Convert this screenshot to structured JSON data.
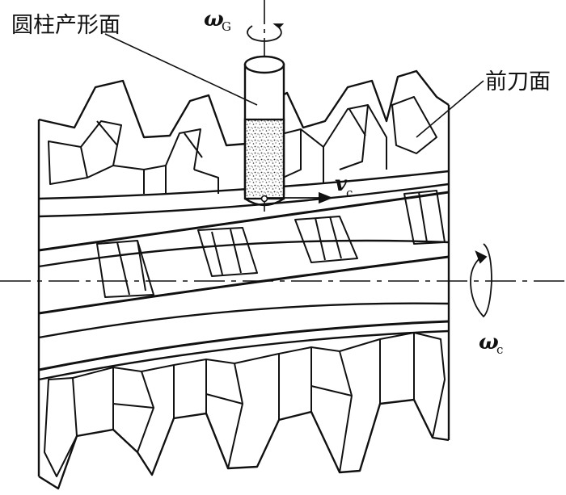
{
  "labels": {
    "cylinder_surface": "圆柱产形面",
    "rake_face": "前刀面",
    "omega_g_symbol": "ω",
    "omega_g_sub": "G",
    "velocity_symbol": "v",
    "velocity_sub": "c",
    "omega_c_symbol": "ω",
    "omega_c_sub": "c"
  }
}
